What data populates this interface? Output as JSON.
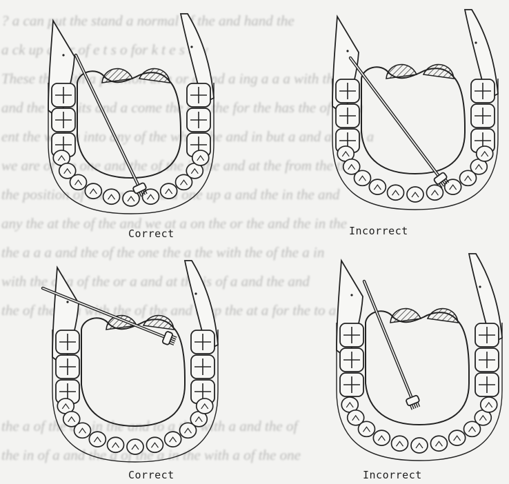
{
  "show_through": [
    "? a can put the stand a normal of the and hand the",
    "a  ck  up   a for   of   e   t   s   o   for   k   t   e   s   e   w",
    "These the with a position at a or a and a ing a a a with the",
    "and the in of its and a come the one the for the has the of the a",
    "ent the with a into any of the when the and in but a and a a sol a",
    "we are of the one and the of the in the and at the from the the",
    "the position of the line a and a one up a and the in the and",
    "any the at the of the and we at a on the or the and the in the",
    "the a a a and the of the one the a the with the of the a in",
    "with the of a of the or a and at the is of a and the and",
    "the of the at a with the of the and a up the at a for the to a",
    "",
    "",
    "",
    "the a of the a a in the and to a the with a and the of",
    "the in of a and the a of the a in the with a of the one"
  ],
  "panels": [
    {
      "caption": "Correct"
    },
    {
      "caption": "Incorrect"
    },
    {
      "caption": "Correct"
    },
    {
      "caption": "Incorrect"
    }
  ]
}
